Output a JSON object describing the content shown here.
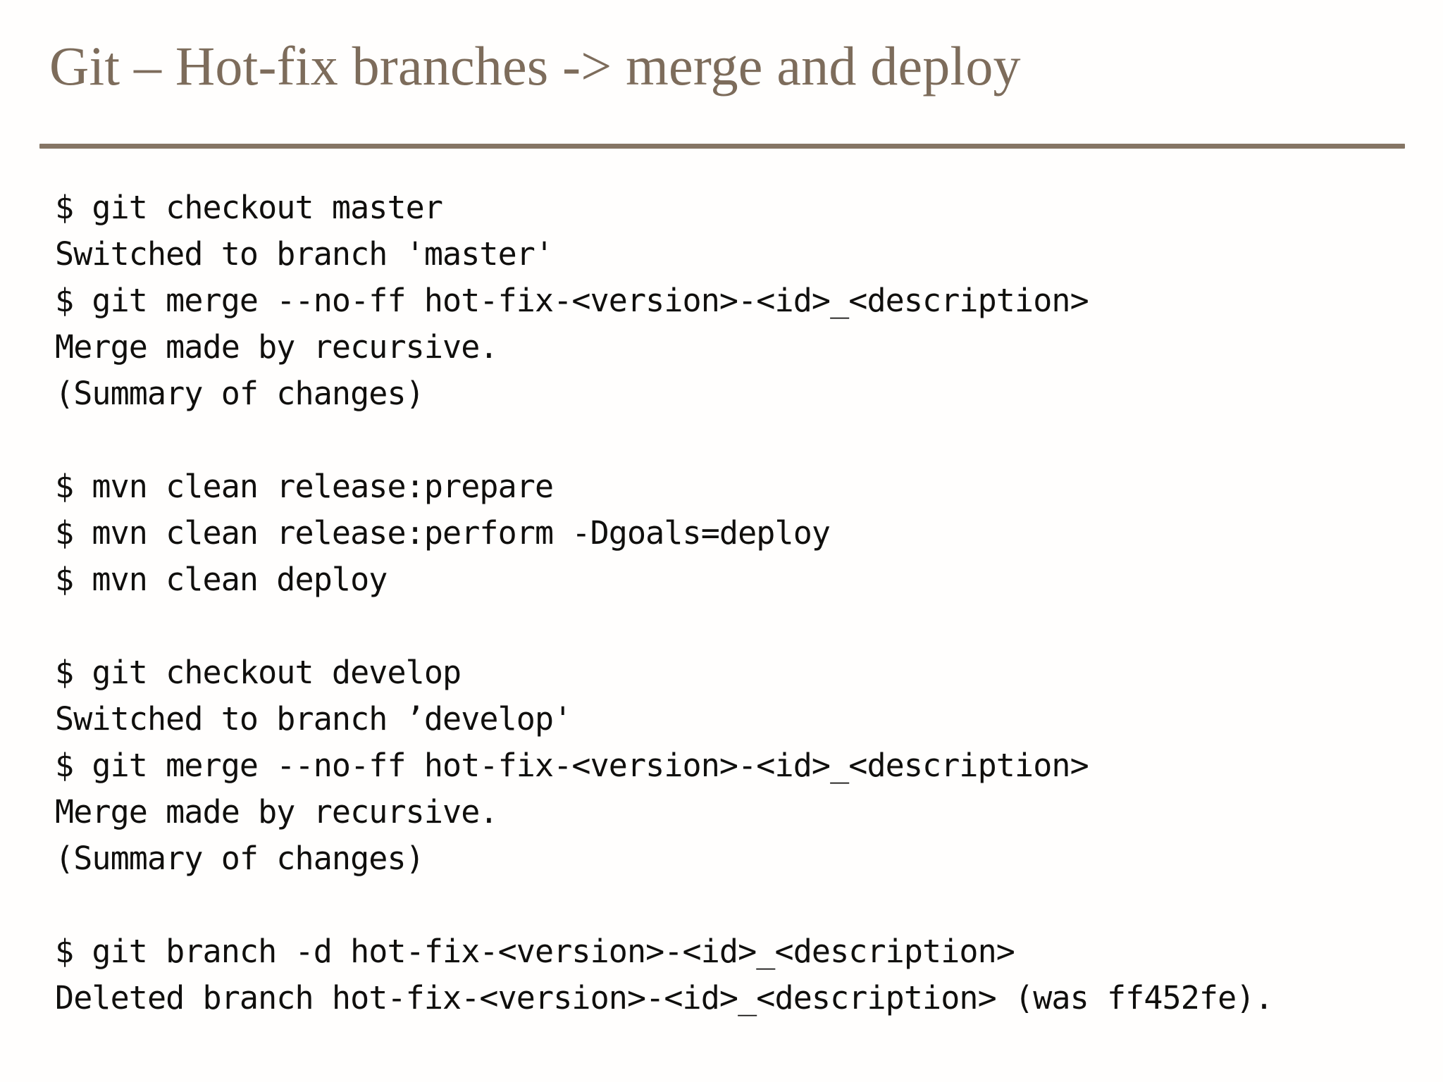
{
  "slide": {
    "title": "Git – Hot-fix branches -> merge and deploy",
    "title_color": "#7d6c5b",
    "rule_color": "#857565",
    "background_color": "#fffefd",
    "code_color": "#100f0d"
  },
  "terminal": {
    "lines": [
      {
        "id": "line-1",
        "text": "$ git checkout master"
      },
      {
        "id": "line-2",
        "text": "Switched to branch 'master'"
      },
      {
        "id": "line-3",
        "text": "$ git merge --no-ff hot-fix-<version>-<id>_<description>"
      },
      {
        "id": "line-4",
        "text": "Merge made by recursive."
      },
      {
        "id": "line-5",
        "text": "(Summary of changes)"
      },
      {
        "id": "line-6",
        "text": " "
      },
      {
        "id": "line-7",
        "text": "$ mvn clean release:prepare"
      },
      {
        "id": "line-8",
        "text": "$ mvn clean release:perform -Dgoals=deploy"
      },
      {
        "id": "line-9",
        "text": "$ mvn clean deploy"
      },
      {
        "id": "line-10",
        "text": " "
      },
      {
        "id": "line-11",
        "text": "$ git checkout develop"
      },
      {
        "id": "line-12",
        "text": "Switched to branch ’develop'"
      },
      {
        "id": "line-13",
        "text": "$ git merge --no-ff hot-fix-<version>-<id>_<description>"
      },
      {
        "id": "line-14",
        "text": "Merge made by recursive."
      },
      {
        "id": "line-15",
        "text": "(Summary of changes)"
      },
      {
        "id": "line-16",
        "text": " "
      },
      {
        "id": "line-17",
        "text": "$ git branch -d hot-fix-<version>-<id>_<description>"
      },
      {
        "id": "line-18",
        "text": "Deleted branch hot-fix-<version>-<id>_<description> (was ff452fe)."
      }
    ]
  }
}
